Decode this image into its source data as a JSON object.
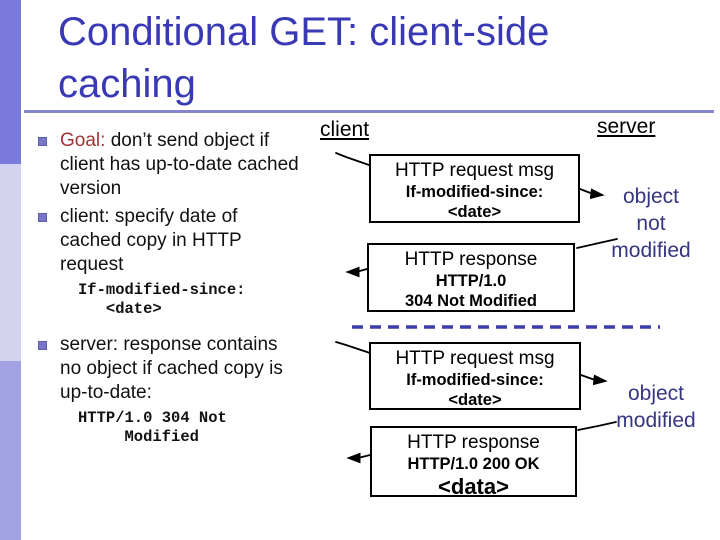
{
  "colors": {
    "title_blue": "#3939b5",
    "goal_red": "#9e3333",
    "note_blue": "#363682",
    "dashed_divider": "#3d3dac",
    "accent_bar_top": "#7b7bdc",
    "accent_bar_middle": "#d3d3ef",
    "accent_bar_bottom": "#a3a3e3",
    "title_rule": "#8585cf"
  },
  "title": {
    "text": "Conditional GET: client-side caching"
  },
  "bullets": {
    "goal_label": "Goal:",
    "goal_text": " don’t send object if client has up-to-date cached version",
    "client_text": "client: specify date of cached copy in HTTP request",
    "code_request": "If-modified-since:\n   <date>",
    "server_text": "server: response contains no object if cached copy is up-to-date:",
    "code_response": "HTTP/1.0 304 Not\n     Modified"
  },
  "diagram": {
    "client_label": "client",
    "server_label": "server",
    "box1": {
      "line1": "HTTP request msg",
      "line2": "If-modified-since:",
      "line3": "<date>"
    },
    "box2": {
      "line1": "HTTP response",
      "line2": "HTTP/1.0",
      "line3": "304 Not Modified"
    },
    "box3": {
      "line1": "HTTP request msg",
      "line2": "If-modified-since:",
      "line3": "<date>"
    },
    "box4": {
      "line1": "HTTP response",
      "line2": "HTTP/1.0 200 OK",
      "line3": "<data>"
    },
    "note_top": "object\nnot\nmodified",
    "note_bottom": "object\nmodified"
  }
}
